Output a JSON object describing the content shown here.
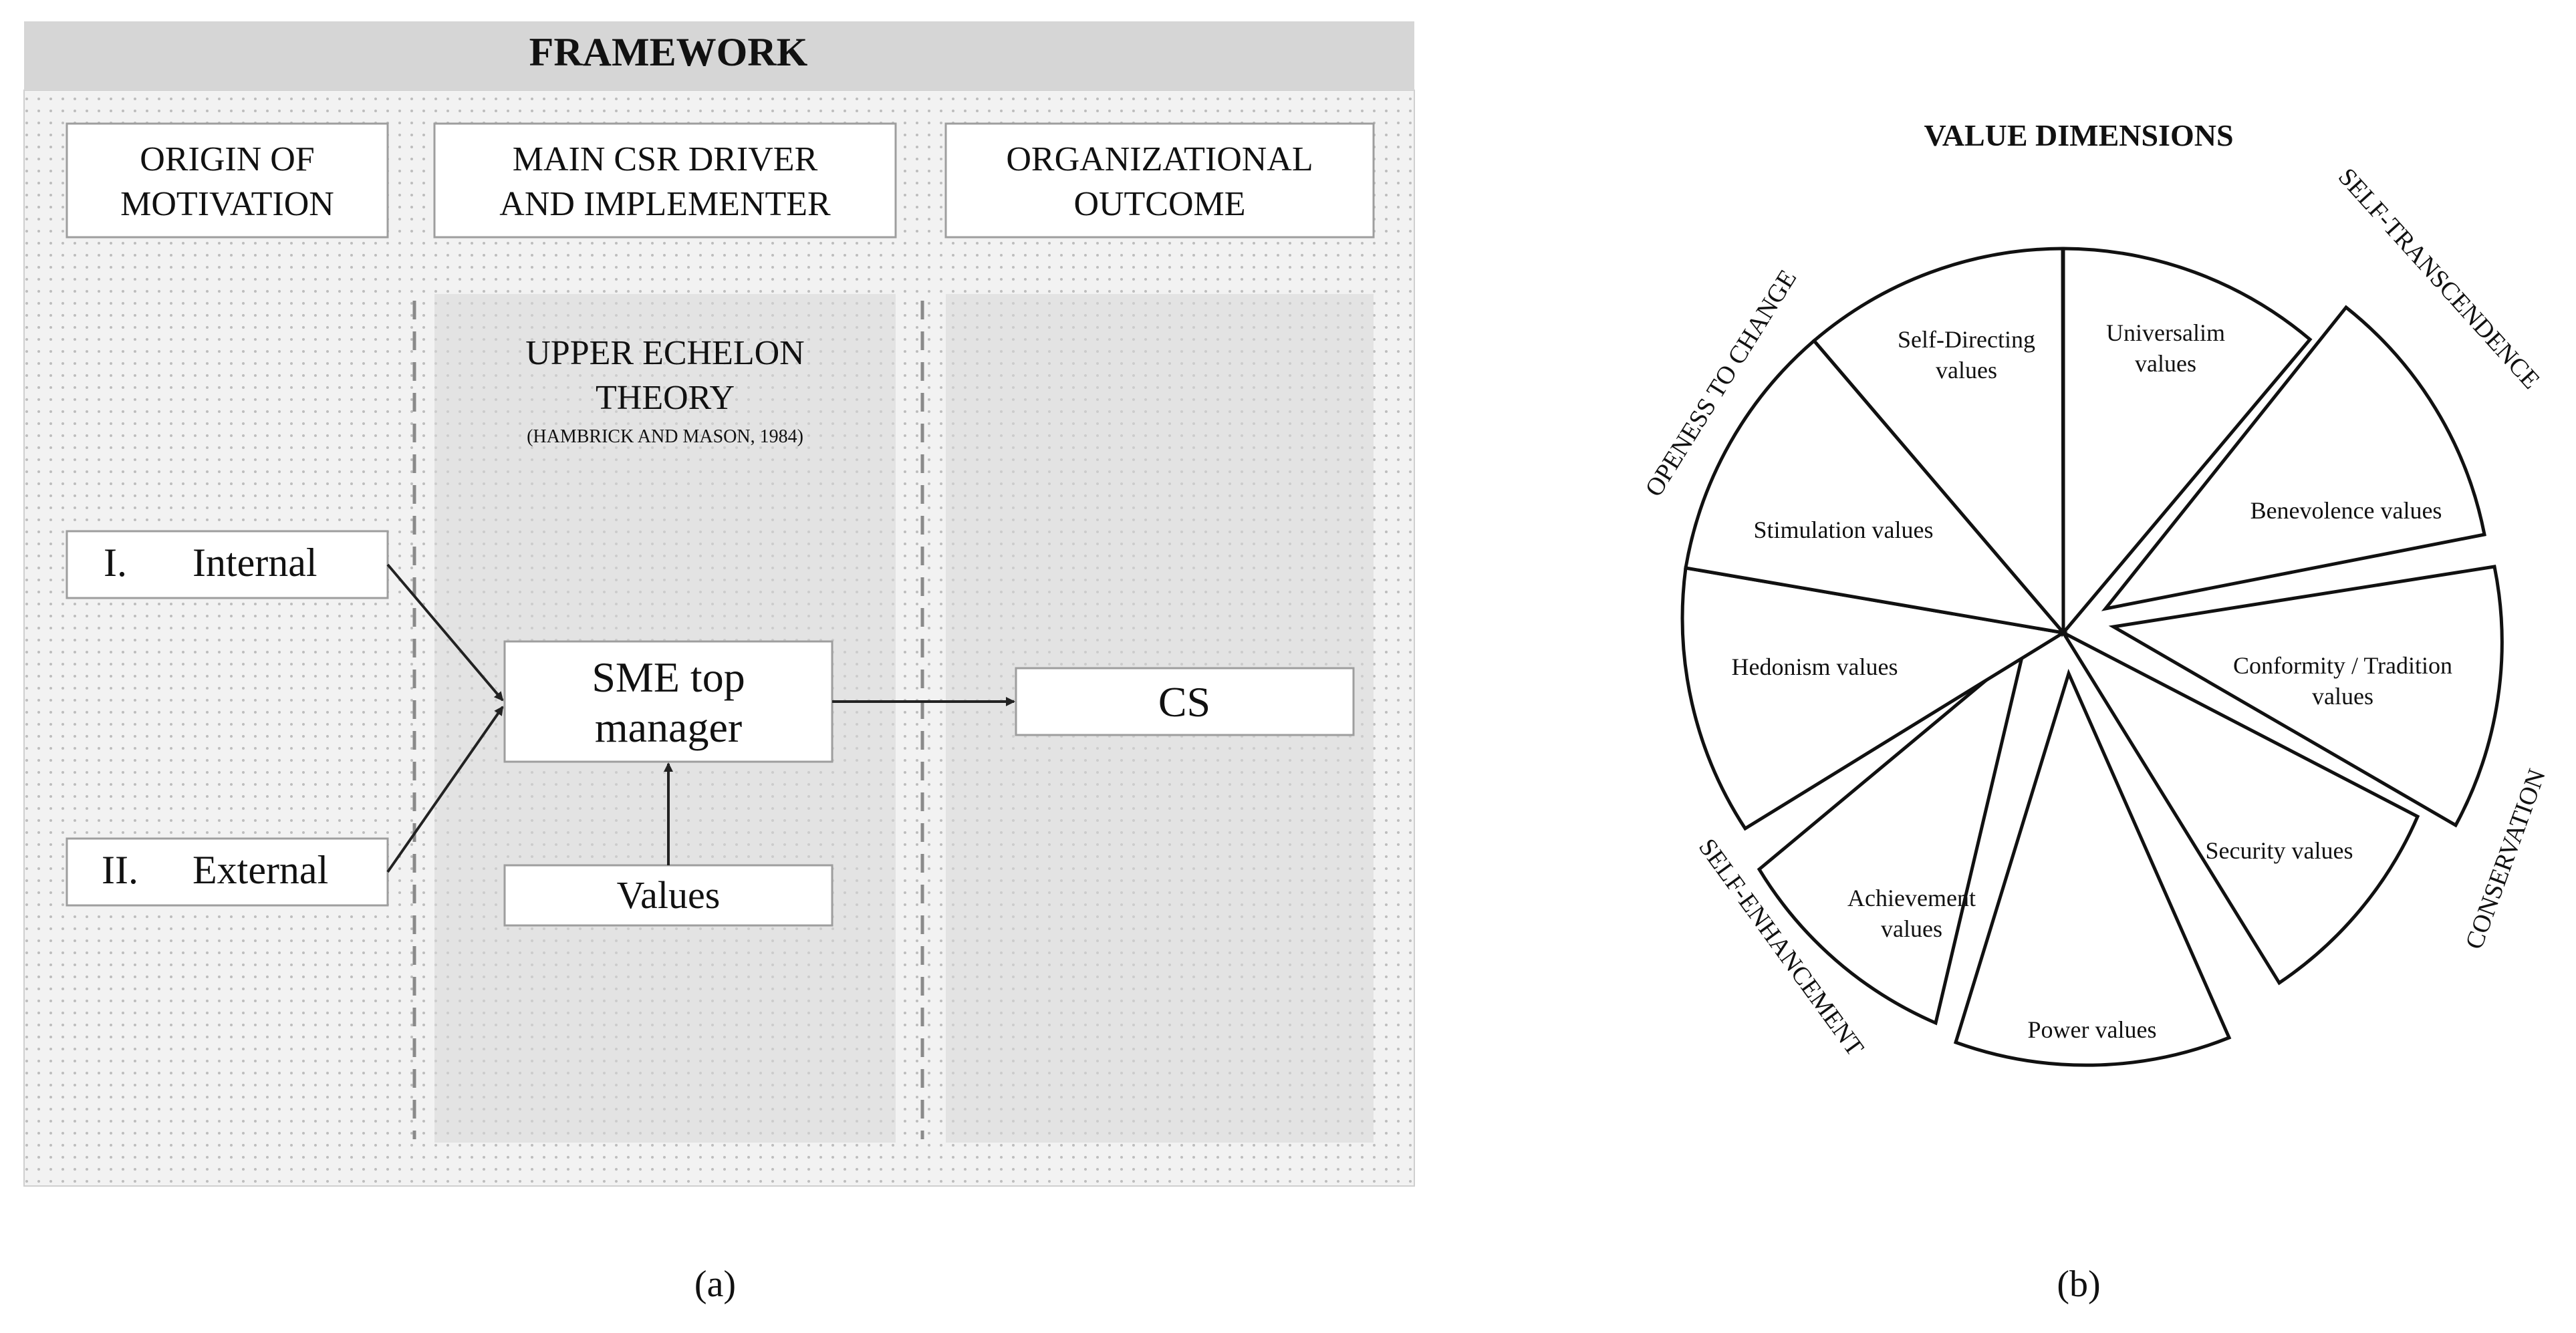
{
  "framework": {
    "title": "FRAMEWORK",
    "columns": [
      {
        "line1": "ORIGIN OF",
        "line2": "MOTIVATION"
      },
      {
        "line1": "MAIN CSR DRIVER",
        "line2": "AND IMPLEMENTER"
      },
      {
        "line1": "ORGANIZATIONAL",
        "line2": "OUTCOME"
      }
    ],
    "theory": {
      "line1": "UPPER ECHELON",
      "line2": "THEORY",
      "citation": "(HAMBRICK AND MASON, 1984)"
    },
    "internal": {
      "num": "I.",
      "label": "Internal"
    },
    "external": {
      "num": "II.",
      "label": "External"
    },
    "manager": {
      "line1": "SME top",
      "line2": "manager"
    },
    "values_box": "Values",
    "outcome": "CS",
    "caption": "(a)",
    "colors": {
      "header": "#d6d6d6",
      "panel": "#f2f2f2",
      "column_bg": "#e1e1e1",
      "dot": "#bdbdbd"
    }
  },
  "value_dimensions": {
    "title": "VALUE DIMENSIONS",
    "segments": [
      {
        "line1": "Self-Directing",
        "line2": "values"
      },
      {
        "line1": "Universalim",
        "line2": "values"
      },
      {
        "line1": "Benevolence  values",
        "line2": ""
      },
      {
        "line1": "Conformity  / Tradition",
        "line2": "values"
      },
      {
        "line1": "Security  values",
        "line2": ""
      },
      {
        "line1": "Power values",
        "line2": ""
      },
      {
        "line1": "Achievement",
        "line2": "values"
      },
      {
        "line1": "Hedonism  values",
        "line2": ""
      },
      {
        "line1": "Stimulation  values",
        "line2": ""
      }
    ],
    "groups": {
      "openness": "OPENESS TO CHANGE",
      "transcendence": "SELF-TRANSCENDENCE",
      "conservation": "CONSERVATION",
      "enhancement": "SELF-ENHANCEMENT"
    },
    "caption": "(b)"
  }
}
